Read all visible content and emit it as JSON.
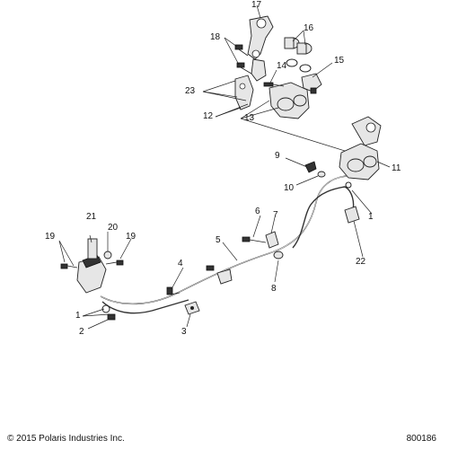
{
  "callouts": {
    "c1": "1",
    "c1b": "1",
    "c2": "2",
    "c3": "3",
    "c4": "4",
    "c5": "5",
    "c6": "6",
    "c7": "7",
    "c8": "8",
    "c9": "9",
    "c10": "10",
    "c11": "11",
    "c12": "12",
    "c13": "13",
    "c14": "14",
    "c15": "15",
    "c16": "16",
    "c17": "17",
    "c18": "18",
    "c19a": "19",
    "c19b": "19",
    "c20": "20",
    "c21": "21",
    "c22": "22",
    "c23": "23"
  },
  "footer": {
    "copyright": "© 2015 Polaris Industries Inc.",
    "figure_id": "800186"
  }
}
